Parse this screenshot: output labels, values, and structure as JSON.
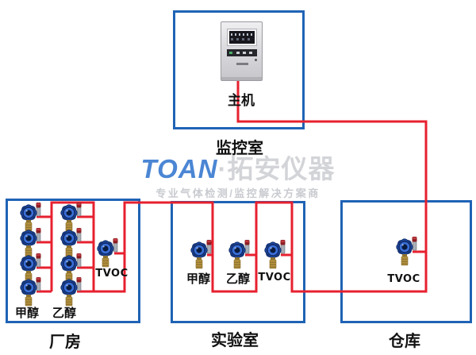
{
  "watermark": {
    "brand": "TOAN",
    "suffix": "·拓安仪器",
    "tagline": "专业气体检测/监控解决方案商"
  },
  "monitor_room": {
    "name": "监控室",
    "device": "主机"
  },
  "rooms": [
    {
      "name": "厂房",
      "detectors": [
        {
          "gas": "甲醇",
          "count": 4
        },
        {
          "gas": "乙醇",
          "count": 4
        },
        {
          "gas": "TVOC",
          "count": 1
        }
      ]
    },
    {
      "name": "实验室",
      "detectors": [
        {
          "gas": "甲醇",
          "count": 1
        },
        {
          "gas": "乙醇",
          "count": 1
        },
        {
          "gas": "TVOC",
          "count": 1
        }
      ]
    },
    {
      "name": "仓库",
      "detectors": [
        {
          "gas": "TVOC",
          "count": 1
        }
      ]
    }
  ],
  "colors": {
    "box_border": "#1f63b5",
    "wire": "#e7202f",
    "detector_body": "#1d4496",
    "detector_ring": "#3a6fd8",
    "sensor_brass": "#b3923f",
    "antenna_tip": "#8c1d22",
    "watermark_brand": "#4b86d4",
    "watermark_gray": "#d3d4d8"
  }
}
